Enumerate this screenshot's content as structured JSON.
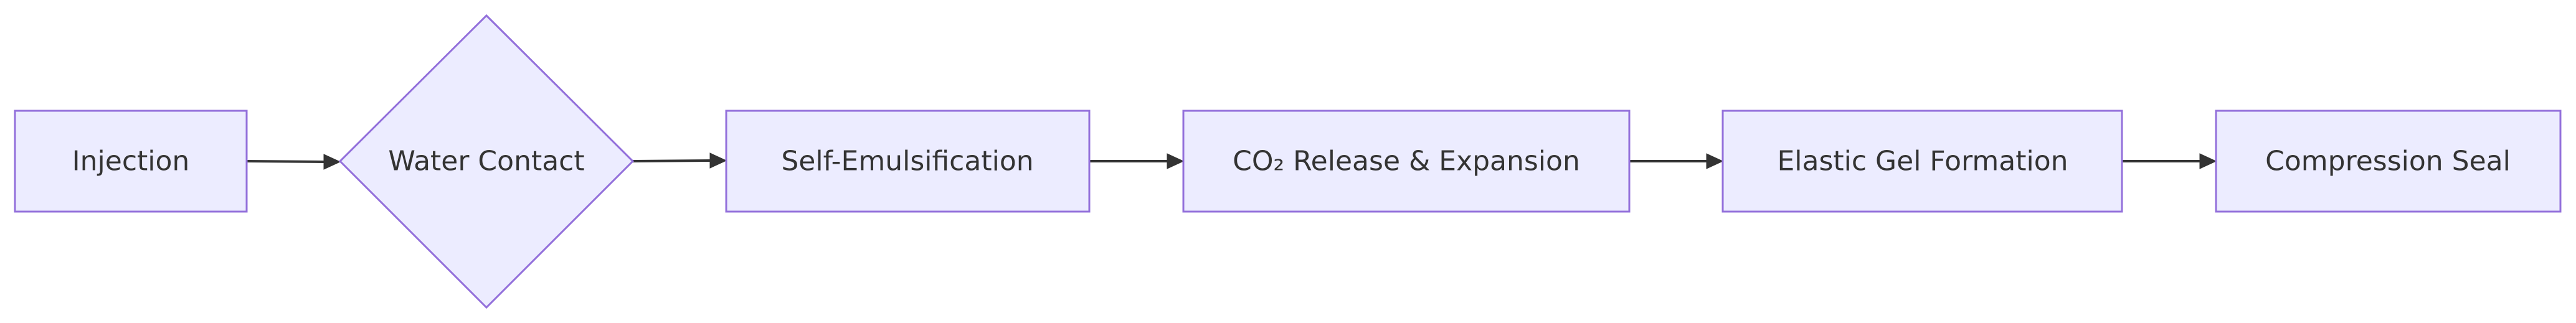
{
  "diagram": {
    "nodes": [
      {
        "id": "injection",
        "label": "Injection",
        "shape": "rect"
      },
      {
        "id": "water-contact",
        "label": "Water Contact",
        "shape": "diamond"
      },
      {
        "id": "self-emulsification",
        "label": "Self-Emulsification",
        "shape": "rect"
      },
      {
        "id": "co2-release-expansion",
        "label": "CO₂ Release & Expansion",
        "shape": "rect"
      },
      {
        "id": "elastic-gel-formation",
        "label": "Elastic Gel Formation",
        "shape": "rect"
      },
      {
        "id": "compression-seal",
        "label": "Compression Seal",
        "shape": "rect"
      }
    ],
    "edges": [
      {
        "from": "injection",
        "to": "water-contact"
      },
      {
        "from": "water-contact",
        "to": "self-emulsification"
      },
      {
        "from": "self-emulsification",
        "to": "co2-release-expansion"
      },
      {
        "from": "co2-release-expansion",
        "to": "elastic-gel-formation"
      },
      {
        "from": "elastic-gel-formation",
        "to": "compression-seal"
      }
    ],
    "colors": {
      "node_fill": "#ECECFF",
      "node_stroke": "#9370DB",
      "edge": "#333333",
      "text": "#333333"
    }
  }
}
